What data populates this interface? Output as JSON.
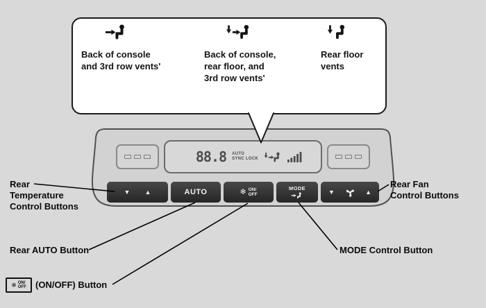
{
  "colors": {
    "background": "#d9d9d9",
    "panel": "#d2d2d2",
    "button": "#333333",
    "bubble_fill": "#ffffff",
    "outline": "#1a1a1a"
  },
  "callout_bubble": {
    "vents": [
      {
        "icon": "console-and-3rd-row-vents-icon",
        "label": "Back of console\nand 3rd row vents'"
      },
      {
        "icon": "console-floor-3rd-row-vents-icon",
        "label": "Back of console,\nrear floor, and\n3rd row vents'"
      },
      {
        "icon": "rear-floor-vents-icon",
        "label": "Rear floor\nvents"
      }
    ]
  },
  "display": {
    "temperature": "88.8",
    "auto_indicator": "AUTO",
    "sync_lock_indicator": "SYNC LOCK"
  },
  "panel_buttons": {
    "temp": {
      "down": "▼",
      "up": "▲"
    },
    "auto": {
      "label": "AUTO"
    },
    "onoff": {
      "snowflake": "❄",
      "line1": "ON/",
      "line2": "OFF"
    },
    "mode": {
      "label": "MODE"
    },
    "fan": {
      "down": "▼",
      "up": "▲"
    }
  },
  "labels": {
    "temp_label": "Rear\nTemperature\nControl Buttons",
    "fan_label": "Rear Fan\nControl Buttons",
    "auto_label": "Rear AUTO Button",
    "mode_label": "MODE Control Button",
    "onoff_label": "(ON/OFF) Button",
    "onoff_badge": {
      "snowflake": "❄",
      "line1": "ON/",
      "line2": "OFF"
    }
  },
  "icons": {
    "vent1": "console-and-3rd-row-vents-icon",
    "vent2": "console-floor-3rd-row-vents-icon",
    "vent3": "rear-floor-vents-icon",
    "display_airflow": "airflow-mode-icon",
    "display_fan_bars": "fan-speed-bars-icon",
    "fan": "fan-icon",
    "snowflake": "snowflake-icon"
  }
}
